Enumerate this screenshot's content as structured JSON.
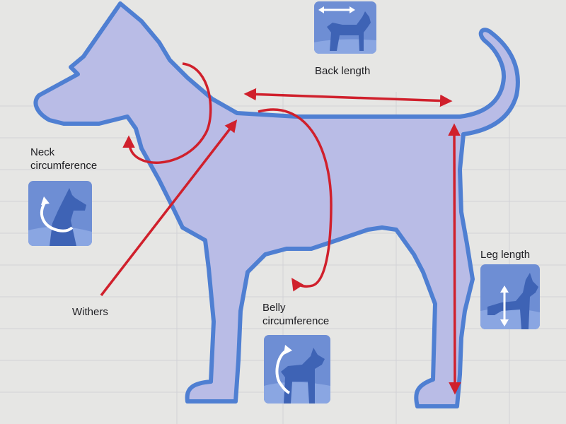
{
  "labels": {
    "back_length": "Back length",
    "neck_line1": "Neck",
    "neck_line2": "circumference",
    "withers": "Withers",
    "belly_line1": "Belly",
    "belly_line2": "circumference",
    "leg_length": "Leg length"
  },
  "icons": {
    "back_length": "horizontal-double-arrow-dog-icon",
    "neck": "curved-arrow-neck-dog-icon",
    "belly": "curved-arrow-belly-dog-icon",
    "leg_length": "vertical-double-arrow-dog-icon"
  },
  "colors": {
    "dog_fill": "#b9bce6",
    "dog_outline": "#4f7fd2",
    "arrow": "#d0202c",
    "tile": "#6e8ed4",
    "tile_dog": "#3e63b5",
    "label_text": "#1e1e22"
  }
}
